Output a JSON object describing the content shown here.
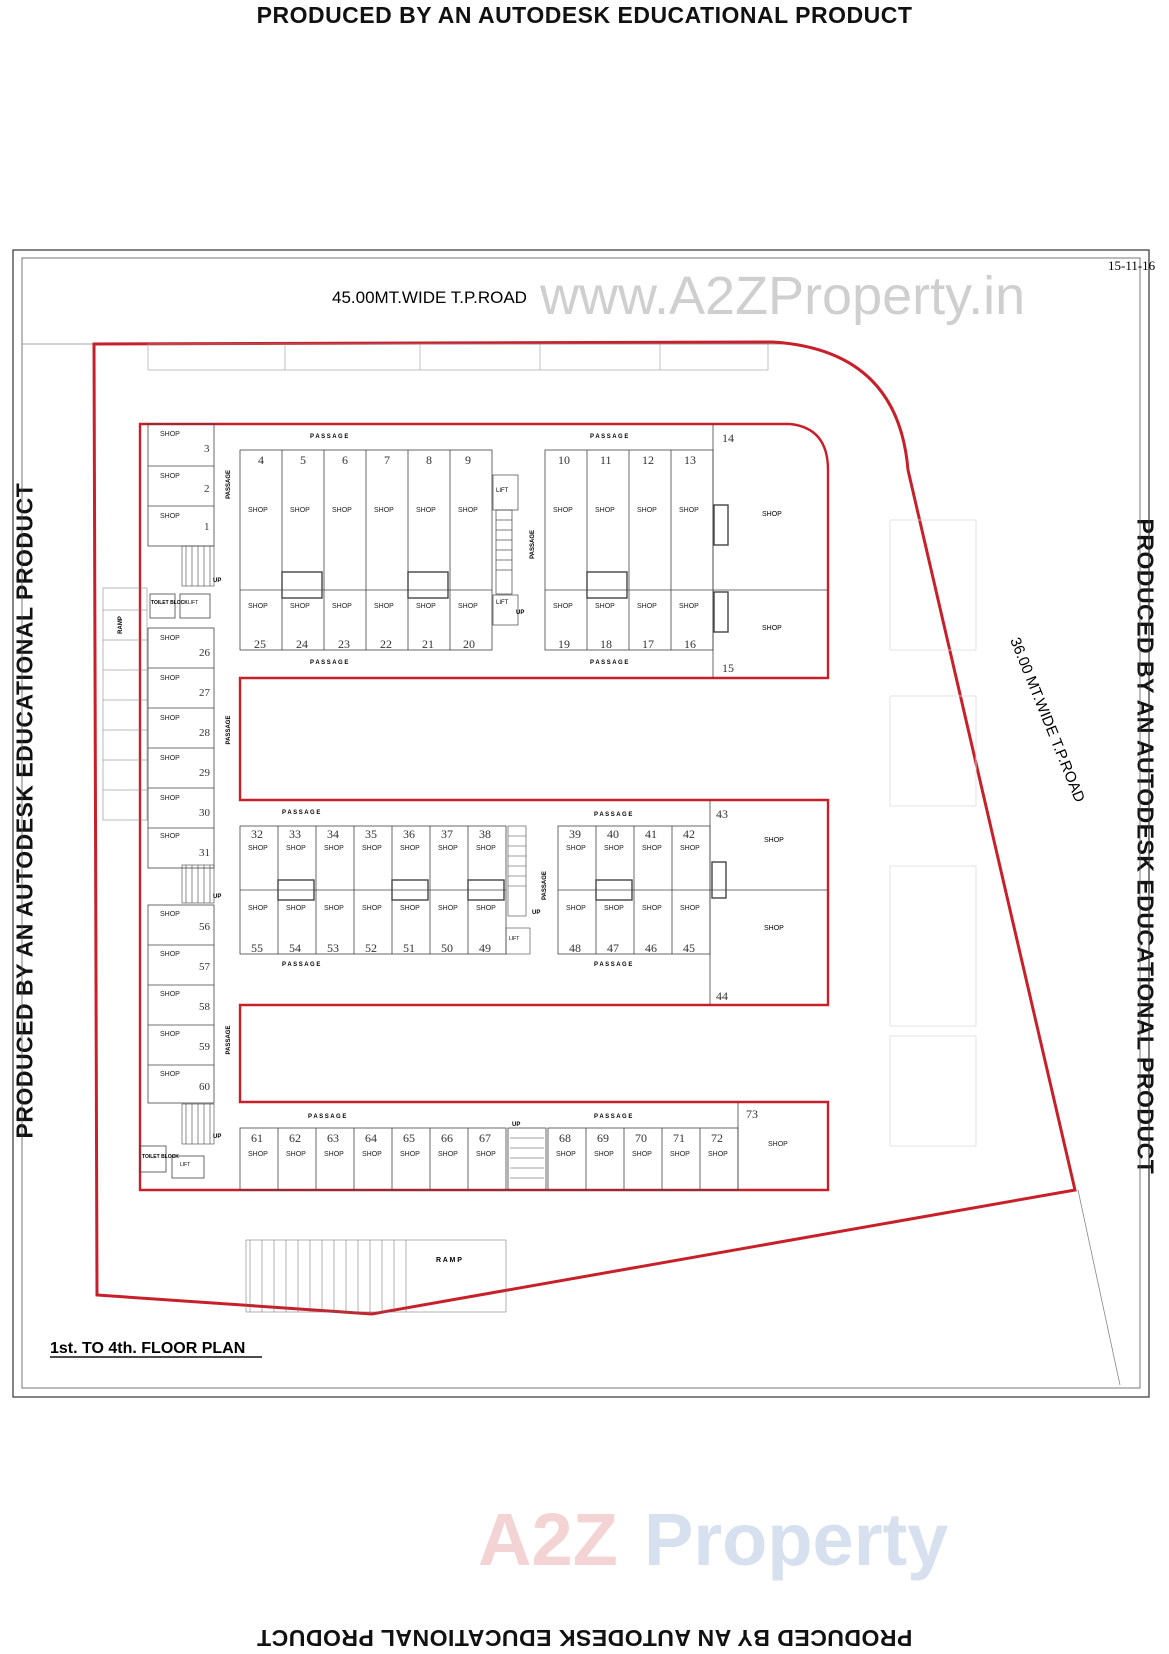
{
  "banners": {
    "top": "PRODUCED BY AN AUTODESK EDUCATIONAL PRODUCT",
    "left": "PRODUCED BY AN AUTODESK EDUCATIONAL PRODUCT",
    "right": "PRODUCED BY AN AUTODESK EDUCATIONAL PRODUCT",
    "bottom": "PRODUCED BY AN AUTODESK EDUCATIONAL PRODUCT"
  },
  "date": "15-11-16",
  "road_north": "45.00MT.WIDE T.P.ROAD",
  "road_east": "36.00 MT.WIDE T.P.ROAD",
  "watermark_url": "www.A2ZProperty.in",
  "watermark_brand": {
    "a2z": "A2Z",
    "property": "Property"
  },
  "plan_title": "1st. TO  4th. FLOOR PLAN",
  "labels": {
    "passage": "P A S S A G E",
    "passage_vertical": "PASSAGE",
    "ramp": "R A M P",
    "ramp_vertical": "RAMP",
    "up": "UP",
    "lift": "LIFT",
    "toilet_block": "TOILET BLOCK",
    "shop": "SHOP"
  },
  "shops": {
    "block1_top": [
      "4",
      "5",
      "6",
      "7",
      "8",
      "9"
    ],
    "block1_bottom": [
      "25",
      "24",
      "23",
      "22",
      "21",
      "20"
    ],
    "block2_top": [
      "10",
      "11",
      "12",
      "13"
    ],
    "block2_bottom": [
      "19",
      "18",
      "17",
      "16"
    ],
    "block3_top": [
      "32",
      "33",
      "34",
      "35",
      "36",
      "37",
      "38"
    ],
    "block3_bottom": [
      "55",
      "54",
      "53",
      "52",
      "51",
      "50",
      "49"
    ],
    "block4_top": [
      "39",
      "40",
      "41",
      "42"
    ],
    "block4_bottom": [
      "48",
      "47",
      "46",
      "45"
    ],
    "block5_left": [
      "61",
      "62",
      "63",
      "64",
      "65",
      "66",
      "67"
    ],
    "block5_right": [
      "68",
      "69",
      "70",
      "71",
      "72"
    ],
    "west_column_a": [
      "3",
      "2",
      "1"
    ],
    "west_column_b": [
      "26",
      "27",
      "28",
      "29",
      "30",
      "31"
    ],
    "west_column_c": [
      "56",
      "57",
      "58",
      "59",
      "60"
    ],
    "corner": [
      "14",
      "15",
      "43",
      "44",
      "73"
    ]
  },
  "colors": {
    "boundary": "#c8202a",
    "line": "#333333",
    "wall": "#555555"
  }
}
